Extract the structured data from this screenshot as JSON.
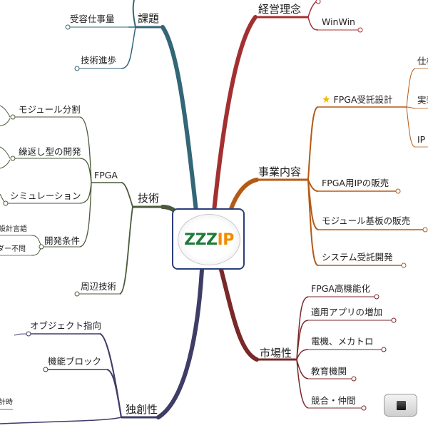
{
  "center": {
    "logo_part1": "ZZZ",
    "logo_part2": "IP"
  },
  "branches": {
    "kadai": {
      "label": "課題",
      "color": "#336677",
      "children": [
        "受容仕事量",
        "技術進歩"
      ]
    },
    "gijutsu": {
      "label": "技術",
      "color": "#4a5a3a",
      "fpga": "FPGA",
      "fpga_children": [
        "モジュール分割",
        "繰返し型の開発",
        "シミュレーション",
        "開発条件"
      ],
      "kaihatsu_children": [
        "設計言語",
        "ダー不問"
      ],
      "shuhen": "周辺技術"
    },
    "dokusousei": {
      "label": "独創性",
      "color": "#3f3d66",
      "children": [
        "オブジェクト指向",
        "機能ブロック"
      ],
      "tail": "計時"
    },
    "keiei": {
      "label": "経営理念",
      "color": "#a33030",
      "children": [
        "WinWin"
      ]
    },
    "jigyou": {
      "label": "事業内容",
      "color": "#b55a14",
      "children": [
        "FPGA受託設計",
        "FPGA用IPの販売",
        "モジュール基板の販売",
        "システム受託開発"
      ],
      "sub_children": [
        "仕様",
        "実装",
        "IP"
      ]
    },
    "shijousei": {
      "label": "市場性",
      "color": "#7a2828",
      "children": [
        "FPGA高機能化",
        "適用アプリの増加",
        "電機、メカトロ",
        "教育機関",
        "競合・仲間"
      ]
    }
  },
  "icons": {
    "star": "star-icon",
    "corner_button": "stop-icon"
  }
}
